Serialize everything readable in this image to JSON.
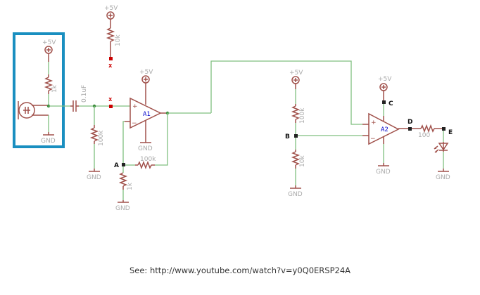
{
  "diagram": {
    "type": "schematic",
    "highlight_box_color": "#1a8fc0",
    "wire_color": "#7fbf7f",
    "component_color": "#a0504a",
    "marker_color": "#cc0000",
    "supply_label": "+5V",
    "ground_label": "GND",
    "microphone_section": {
      "pullup_resistor": "1k",
      "coupling_capacitor": "0.1uF"
    },
    "bias_resistor": "100k",
    "unconnected_pullup": "10k",
    "no_connect_mark": "x",
    "amplifier_1": {
      "label": "A1",
      "feedback_resistor": "100k",
      "ground_resistor": "1k",
      "plus": "+",
      "minus": "−"
    },
    "divider": {
      "top_resistor": "100k",
      "bottom_resistor": "10k"
    },
    "amplifier_2": {
      "label": "A2",
      "plus": "+",
      "minus": "−"
    },
    "led_resistor": "100",
    "nodes": {
      "a": "A",
      "b": "B",
      "c": "C",
      "d": "D",
      "e": "E"
    }
  },
  "footer": {
    "prefix": "See:",
    "url": "http://www.youtube.com/watch?v=y0Q0ERSP24A"
  }
}
